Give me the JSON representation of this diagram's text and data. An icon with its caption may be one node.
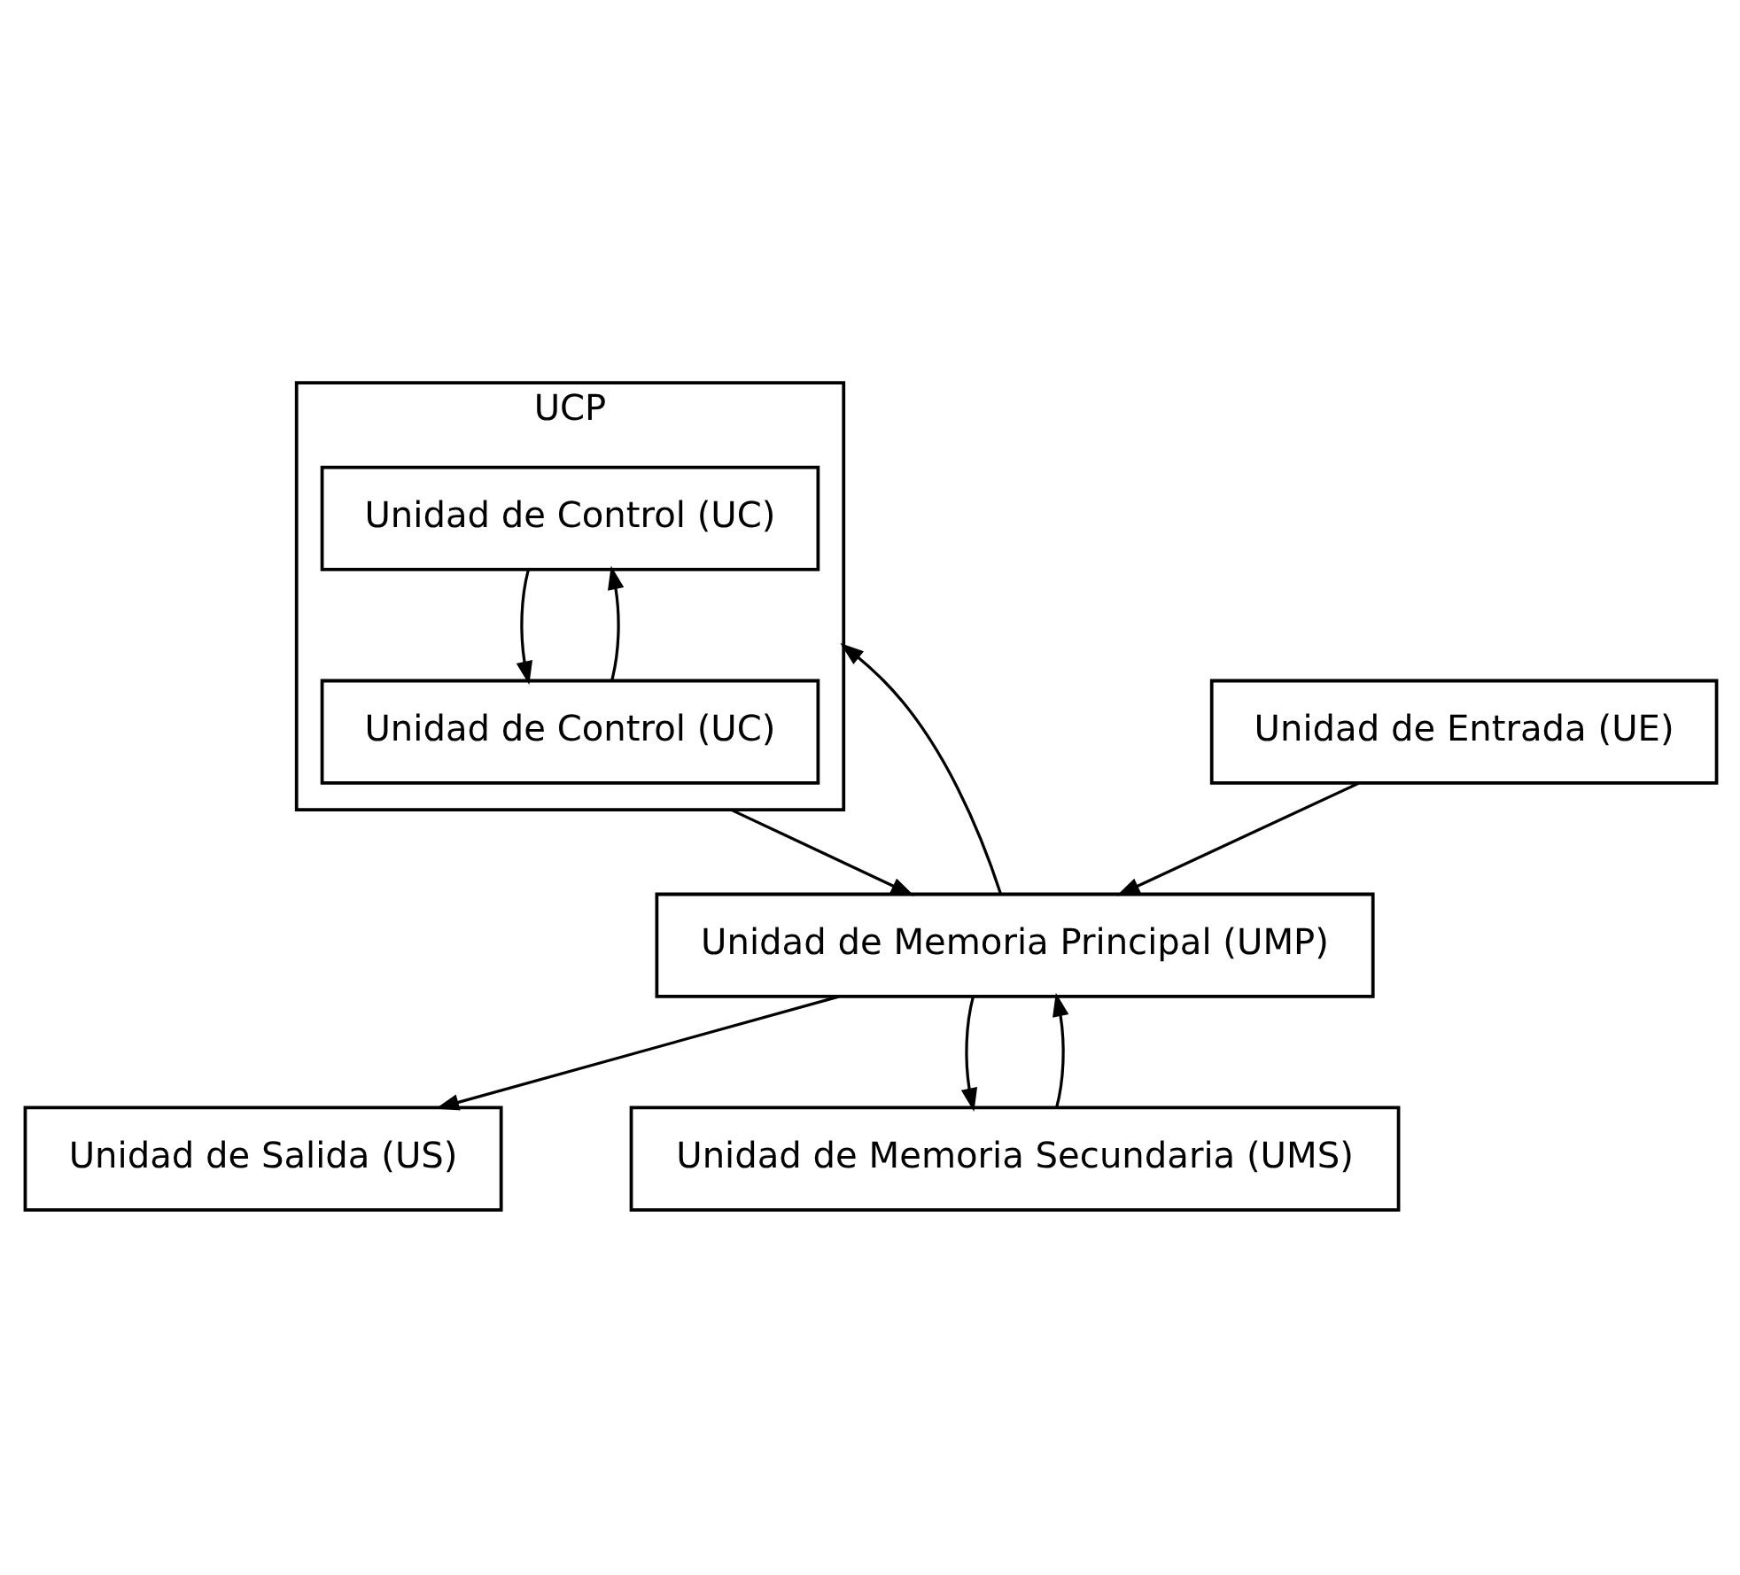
{
  "diagram": {
    "nodes": [
      {
        "text": [
          "UCP"
        ]
      },
      {
        "text": [
          "Unidad de Entrada (UE)"
        ]
      },
      {
        "text": [
          "Unidad de Control (UC)"
        ],
        "in": 0
      },
      {
        "text": [
          "Unidad de Control (UC)"
        ],
        "in": 0
      },
      {
        "text": [
          "Unidad de Salida (US)"
        ]
      },
      {
        "text": [
          "Unidad de Memoria Principal (UMP)"
        ]
      },
      {
        "text": [
          "Unidad de Memoria Secundaria (UMS)"
        ]
      }
    ],
    "edges": [
      {
        "from": 2,
        "to": 3,
        "arrow": "to"
      },
      {
        "from": 3,
        "to": 2,
        "arrow": "to"
      },
      {
        "from": 0,
        "to": 5,
        "arrow": "to"
      },
      {
        "from": 5,
        "to": 0,
        "arrow": "to"
      },
      {
        "from": 1,
        "to": 5,
        "arrow": "to"
      },
      {
        "from": 5,
        "to": 4,
        "arrow": "to"
      },
      {
        "from": 5,
        "to": 6,
        "arrow": "to"
      },
      {
        "from": 6,
        "to": 5,
        "arrow": "to"
      }
    ]
  }
}
